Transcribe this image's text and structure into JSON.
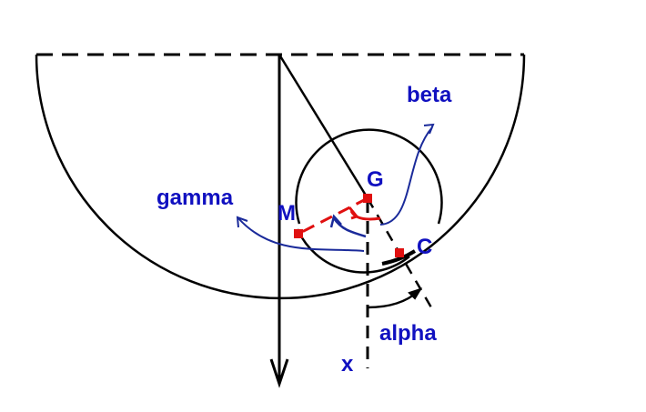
{
  "diagram": {
    "description": "Rolling disc inside a semicircular bowl with angle annotations",
    "colors": {
      "line": "#000000",
      "label": "#1010c0",
      "arrow_blue": "#1a2a9a",
      "point_red": "#e01010"
    },
    "labels": {
      "beta": "beta",
      "gamma": "gamma",
      "alpha": "alpha",
      "G": "G",
      "M": "M",
      "C": "C",
      "x": "x"
    },
    "points": [
      {
        "name": "G",
        "meaning": "center of disc"
      },
      {
        "name": "M",
        "meaning": "point on disc rim"
      },
      {
        "name": "C",
        "meaning": "contact point"
      }
    ],
    "angles": [
      {
        "name": "alpha",
        "between": "vertical x-axis and bowl-center-to-C line"
      },
      {
        "name": "beta",
        "between": "G reference direction"
      },
      {
        "name": "gamma",
        "between": "GM and reference"
      }
    ]
  }
}
